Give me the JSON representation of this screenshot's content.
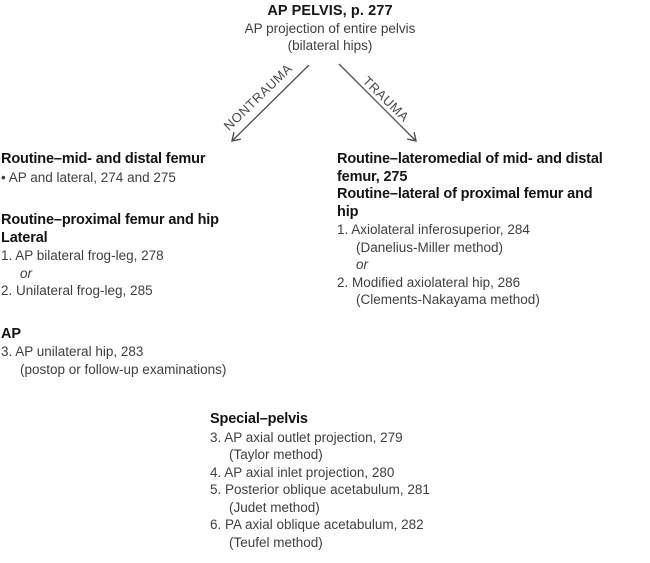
{
  "header": {
    "title": "AP PELVIS, p. 277",
    "subtitle1": "AP projection of entire pelvis",
    "subtitle2": "(bilateral hips)"
  },
  "branches": {
    "left_label": "NONTRAUMA",
    "right_label": "TRAUMA"
  },
  "left_column": {
    "lines": [
      {
        "text": "Routine–mid- and distal femur"
      },
      {
        "text": "• AP and lateral, 274 and 275"
      },
      {
        "text": "Routine–proximal femur and hip"
      },
      {
        "text": "Lateral"
      },
      {
        "text": "1. AP bilateral frog-leg, 278"
      },
      {
        "text": "or"
      },
      {
        "text": "2. Unilateral frog-leg, 285"
      },
      {
        "text": "AP"
      },
      {
        "text": "3. AP unilateral hip, 283"
      },
      {
        "text": "(postop or follow-up examinations)"
      }
    ]
  },
  "right_column": {
    "lines": [
      {
        "text": "Routine–lateromedial of mid- and distal"
      },
      {
        "text": "femur, 275"
      },
      {
        "text": "Routine–lateral of proximal femur and"
      },
      {
        "text": "hip"
      },
      {
        "text": "1. Axiolateral inferosuperior, 284"
      },
      {
        "text": "(Danelius-Miller method)"
      },
      {
        "text": "or"
      },
      {
        "text": "2. Modified axiolateral hip, 286"
      },
      {
        "text": "(Clements-Nakayama method)"
      }
    ]
  },
  "special_section": {
    "lines": [
      {
        "text": "Special–pelvis"
      },
      {
        "text": "3. AP axial outlet projection, 279"
      },
      {
        "text": "(Taylor method)"
      },
      {
        "text": "4. AP axial inlet projection, 280"
      },
      {
        "text": "5. Posterior oblique acetabulum, 281"
      },
      {
        "text": "(Judet method)"
      },
      {
        "text": "6. PA axial oblique acetabulum, 282"
      },
      {
        "text": "(Teufel method)"
      }
    ]
  },
  "colors": {
    "heading_text": "#141414",
    "body_text": "#3f3f3f",
    "arrow": "#4f4f4f"
  }
}
